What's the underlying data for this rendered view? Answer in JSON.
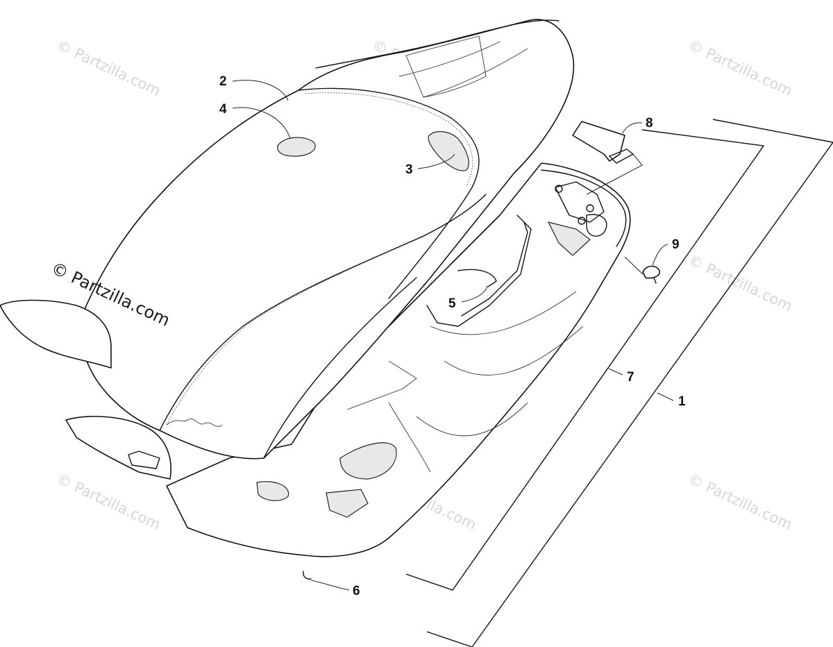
{
  "watermark": {
    "text": "© Partzilla.com",
    "prominent_text": "© Partzilla.com"
  },
  "callouts": [
    {
      "id": "1",
      "label": "1"
    },
    {
      "id": "2",
      "label": "2"
    },
    {
      "id": "3",
      "label": "3"
    },
    {
      "id": "4",
      "label": "4"
    },
    {
      "id": "5",
      "label": "5"
    },
    {
      "id": "6",
      "label": "6"
    },
    {
      "id": "7",
      "label": "7"
    },
    {
      "id": "8",
      "label": "8"
    },
    {
      "id": "9",
      "label": "9"
    }
  ],
  "colors": {
    "line": "#111111",
    "watermark": "#d6d6d6",
    "background": "#ffffff"
  }
}
